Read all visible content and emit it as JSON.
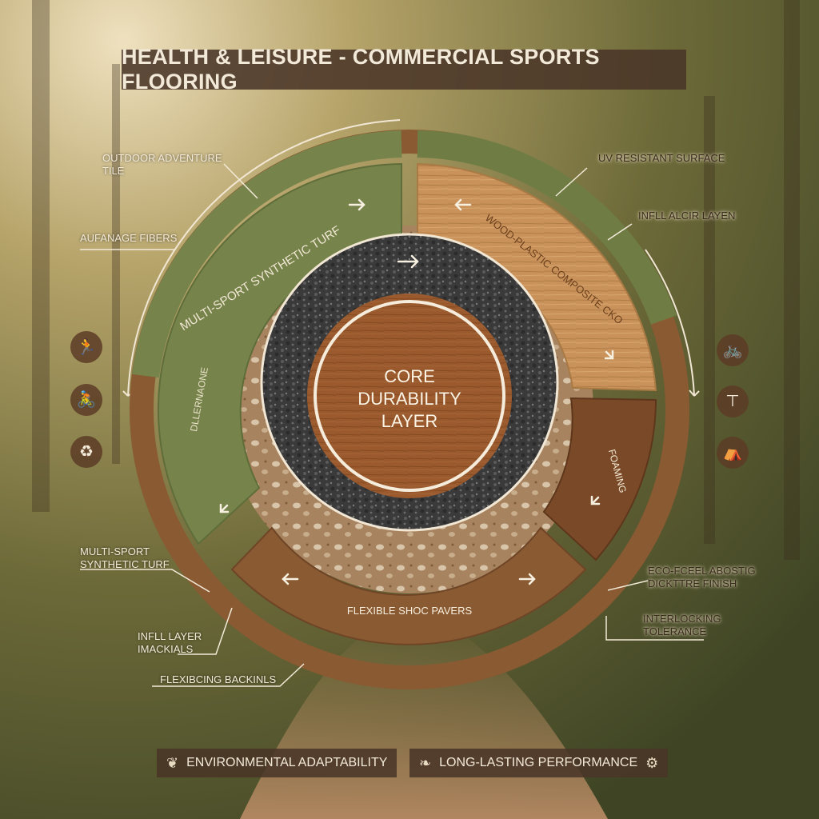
{
  "title": "HEALTH & LEISURE - COMMERCIAL SPORTS FLOORING",
  "core": {
    "line1": "CORE",
    "line2": "DURABILITY",
    "line3": "LAYER"
  },
  "segments": {
    "turf_arc": "MULTI-SPORT SYNTHETIC TURF",
    "drainage": "DLLERNAONE",
    "wood": "WOOD-PLASTIC COMPOSITE CKO",
    "foaming": "FOAMING",
    "pavers": "FLEXIBLE SHOC PAVERS"
  },
  "callouts": {
    "outdoor_tile": "OUTDOOR ADVENTURE\nTILE",
    "drainage_fibers": "AUFANAGE FIBERS",
    "uv_surface": "UV RESISTANT SURFACE",
    "infill_layer_top": "INFLL ALCIR LAYEN",
    "multisport_turf": "MULTI-SPORT\nSYNTHETIC TURF",
    "infill_materials": "INFLL LAYER\nIMACKIALS",
    "flexible_backing": "FLEXIBCING BACKINLS",
    "eco_finish": "ECO-FCEEL ABOSTIG\nDICKTTRE FINISH",
    "interlocking": "INTERLOCKING\nTOLERANCE"
  },
  "footer": {
    "left_label": "ENVIRONMENTAL ADAPTABILITY",
    "right_label": "LONG-LASTING PERFORMANCE"
  },
  "icons": {
    "left": [
      "running-person-icon",
      "cyclist-icon",
      "recycle-icon"
    ],
    "right": [
      "bicycle-icon",
      "post-icon",
      "picnic-icon"
    ],
    "footer": [
      "leaf-icon",
      "leaf-outline-icon",
      "gear-icon"
    ]
  },
  "colors": {
    "turf": "#76834a",
    "turf_dark": "#5f6d3a",
    "wood": "#c9925a",
    "brown": "#8a5a32",
    "brown_dark": "#6e4526",
    "gravel": "#3c3c3c",
    "core": "#9a5a2e",
    "soil": "#a88360"
  }
}
